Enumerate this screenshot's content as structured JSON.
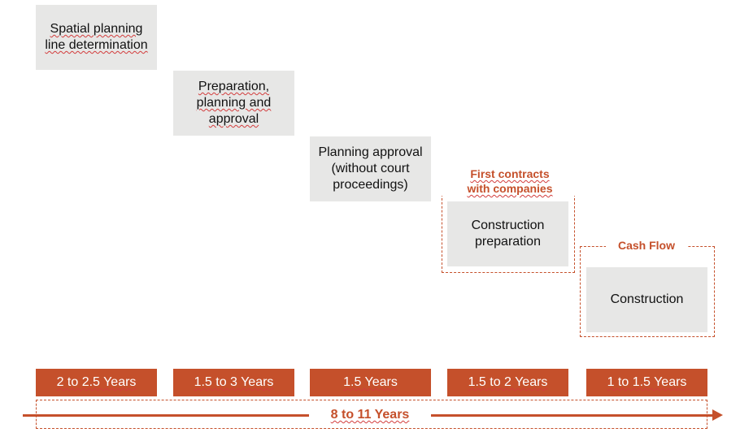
{
  "stages": [
    {
      "label": "Spatial planning\nline determination"
    },
    {
      "label": "Preparation,\nplanning and\napproval"
    },
    {
      "label": "Planning approval\n(without court\nproceedings)"
    },
    {
      "label": "Construction\npreparation"
    },
    {
      "label": "Construction"
    }
  ],
  "callouts": {
    "contracts": "First contracts\nwith companies",
    "cash_flow": "Cash Flow"
  },
  "durations": [
    "2 to 2.5 Years",
    "1.5 to 3 Years",
    "1.5 Years",
    "1.5 to 2 Years",
    "1 to 1.5 Years"
  ],
  "total": "8 to 11 Years",
  "colors": {
    "accent": "#c5502b",
    "stage_fill": "#e7e7e6"
  }
}
